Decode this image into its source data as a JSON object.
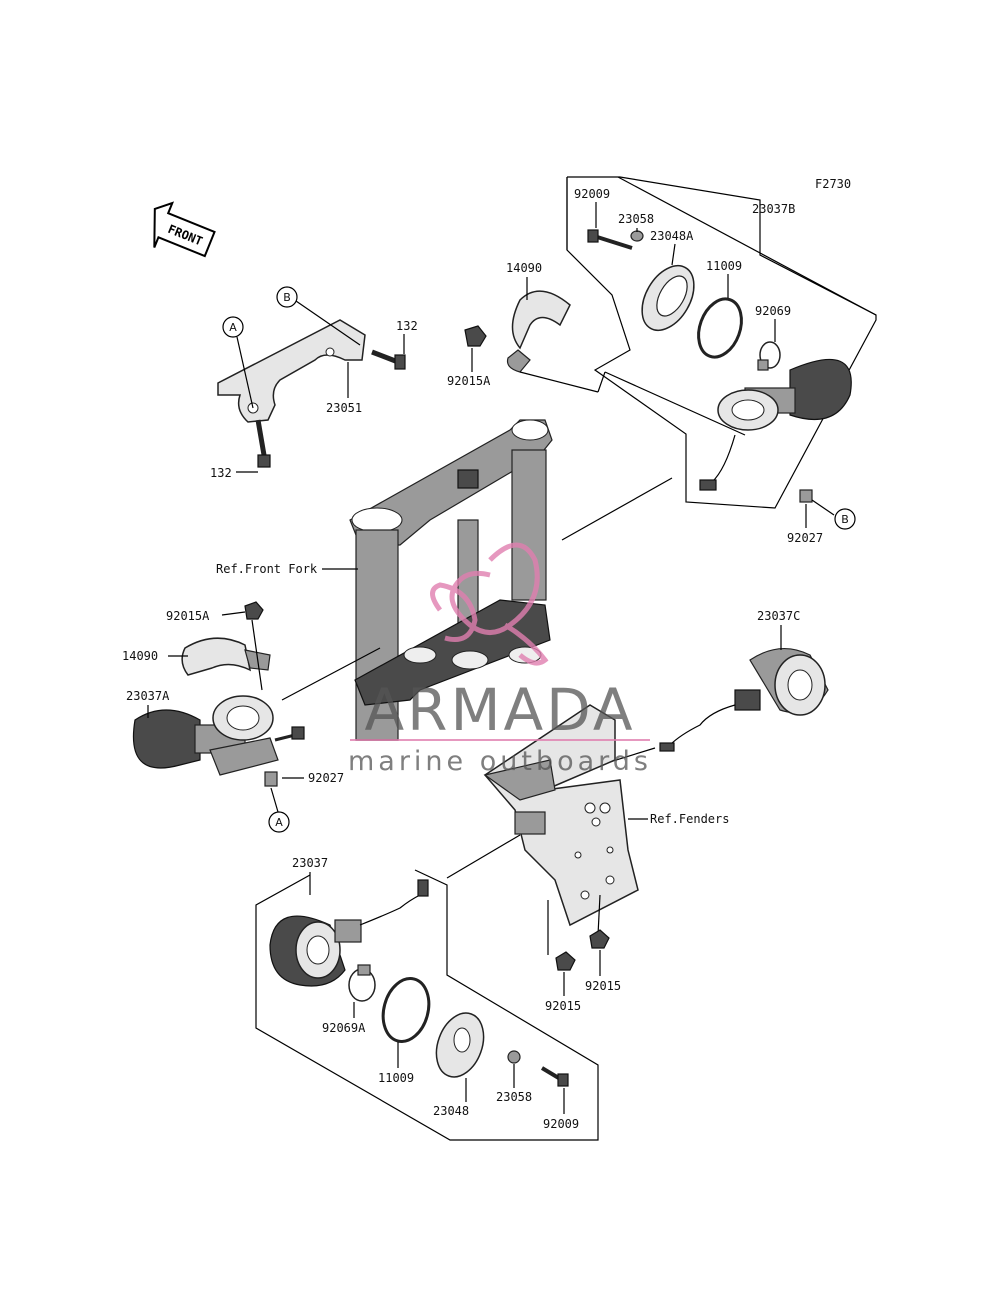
{
  "figure_code": "F2730",
  "front_arrow": "FRONT",
  "refs": {
    "front_fork": "Ref.Front Fork",
    "fenders": "Ref.Fenders"
  },
  "markers": {
    "a": "A",
    "b": "B"
  },
  "parts": {
    "p23037B": "23037B",
    "p92009_top": "92009",
    "p23058_top": "23058",
    "p23048A": "23048A",
    "p11009_top": "11009",
    "p92069": "92069",
    "p14090_top": "14090",
    "p92015A_top": "92015A",
    "p132_top": "132",
    "p23051": "23051",
    "p132_bottom": "132",
    "p92027_right": "92027",
    "p92015A_left": "92015A",
    "p14090_left": "14090",
    "p23037A": "23037A",
    "p92027_left": "92027",
    "p23037C": "23037C",
    "p23037": "23037",
    "p92069A": "92069A",
    "p11009_bottom": "11009",
    "p23048": "23048",
    "p23058_bottom": "23058",
    "p92009_bottom": "92009",
    "p92015_right": "92015",
    "p92015_left": "92015"
  },
  "watermark": {
    "title": "ARMADA",
    "subtitle": "marine outboards"
  },
  "colors": {
    "line": "#000000",
    "watermark_logo": "#e07fb0",
    "watermark_text": "#555555"
  }
}
